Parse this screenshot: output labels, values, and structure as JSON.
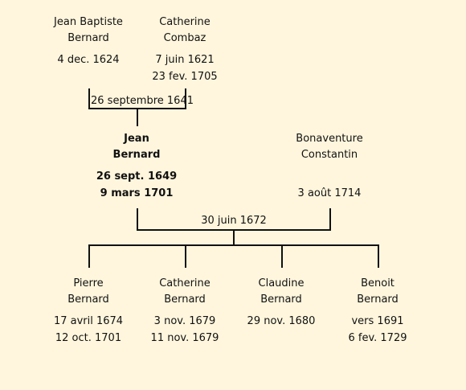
{
  "generation1": [
    {
      "first_name": "Jean Baptiste",
      "last_name": "Bernard",
      "birth": "4 dec. 1624",
      "death": ""
    },
    {
      "first_name": "Catherine",
      "last_name": "Combaz",
      "birth": "7 juin 1621",
      "death": "23 fev. 1705"
    }
  ],
  "marriage1": {
    "date": "26 septembre 1641"
  },
  "generation2": [
    {
      "first_name": "Jean",
      "last_name": "Bernard",
      "birth": "26 sept. 1649",
      "death": "9 mars 1701",
      "bold": true
    },
    {
      "first_name": "Bonaventure",
      "last_name": "Constantin",
      "birth": "",
      "death": "3 août 1714"
    }
  ],
  "marriage2": {
    "date": "30 juin 1672"
  },
  "children": [
    {
      "first_name": "Pierre",
      "last_name": "Bernard",
      "birth": "17 avril 1674",
      "death": "12 oct. 1701"
    },
    {
      "first_name": "Catherine",
      "last_name": "Bernard",
      "birth": "3 nov. 1679",
      "death": "11 nov. 1679"
    },
    {
      "first_name": "Claudine",
      "last_name": "Bernard",
      "birth": "29 nov. 1680",
      "death": ""
    },
    {
      "first_name": "Benoit",
      "last_name": "Bernard",
      "birth": "vers 1691",
      "death": "6 fev. 1729"
    }
  ]
}
